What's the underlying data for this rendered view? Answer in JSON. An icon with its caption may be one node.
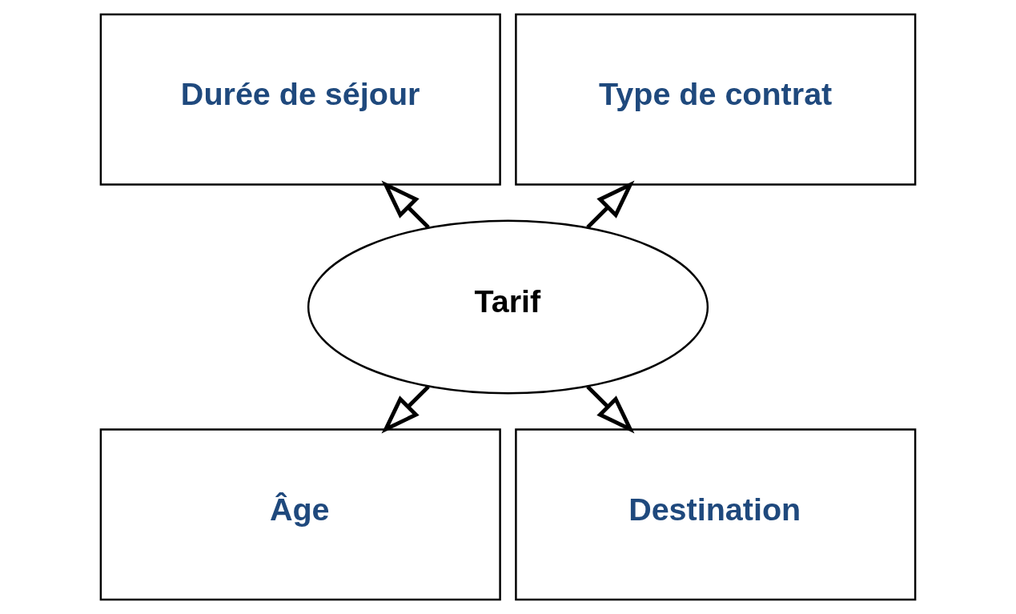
{
  "diagram": {
    "nodes": [
      {
        "text": [
          "Type de contrat"
        ]
      },
      {
        "text": [
          "Durée de séjour"
        ]
      },
      {
        "text": [
          "Tarif"
        ]
      },
      {
        "text": [
          "Âge"
        ]
      },
      {
        "text": [
          "Destination"
        ]
      }
    ],
    "edges": [
      {
        "from": 2,
        "to": 0,
        "arrow": "to"
      },
      {
        "from": 2,
        "to": 1,
        "arrow": "to"
      },
      {
        "from": 2,
        "to": 3,
        "arrow": "to"
      },
      {
        "from": 2,
        "to": 4,
        "arrow": "to"
      }
    ]
  }
}
